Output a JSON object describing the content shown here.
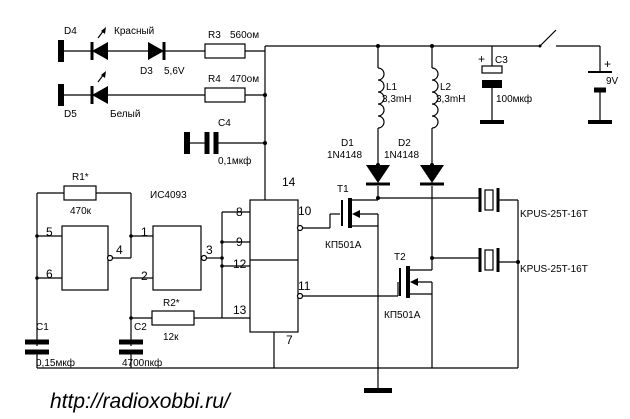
{
  "labels": {
    "d4": "D4",
    "d4_color": "Красный",
    "d3": "D3",
    "d3_voltage": "5,6V",
    "r3": "R3",
    "r3_value": "560ом",
    "r4": "R4",
    "r4_value": "470ом",
    "d5": "D5",
    "d5_color": "Белый",
    "c3": "C3",
    "c3_value": "100мкф",
    "battery": "9V",
    "l1": "L1",
    "l1_value": "3,3mH",
    "l2": "L2",
    "l2_value": "3,3mH",
    "c4": "C4",
    "c4_value": "0,1мкф",
    "d1": "D1",
    "d1_type": "1N4148",
    "d2": "D2",
    "d2_type": "1N4148",
    "r1": "R1*",
    "r1_value": "470к",
    "ic": "ИС4093",
    "pin14": "14",
    "pin8": "8",
    "pin10": "10",
    "pin9": "9",
    "pin12": "12",
    "pin11": "11",
    "pin13": "13",
    "pin7": "7",
    "pin5": "5",
    "pin6": "6",
    "pin4": "4",
    "pin1": "1",
    "pin2": "2",
    "pin3": "3",
    "t1": "T1",
    "t1_type": "КП501А",
    "t2": "T2",
    "t2_type": "КП501А",
    "r2": "R2*",
    "r2_value": "12к",
    "c1": "C1",
    "c1_value": "0,15мкф",
    "c2": "C2",
    "c2_value": "4700пкф",
    "piezo1": "KPUS-25T-16T",
    "piezo2": "KPUS-25T-16T",
    "plus_c3": "+",
    "plus_bat": "+",
    "url": "http://radioxobbi.ru/"
  }
}
